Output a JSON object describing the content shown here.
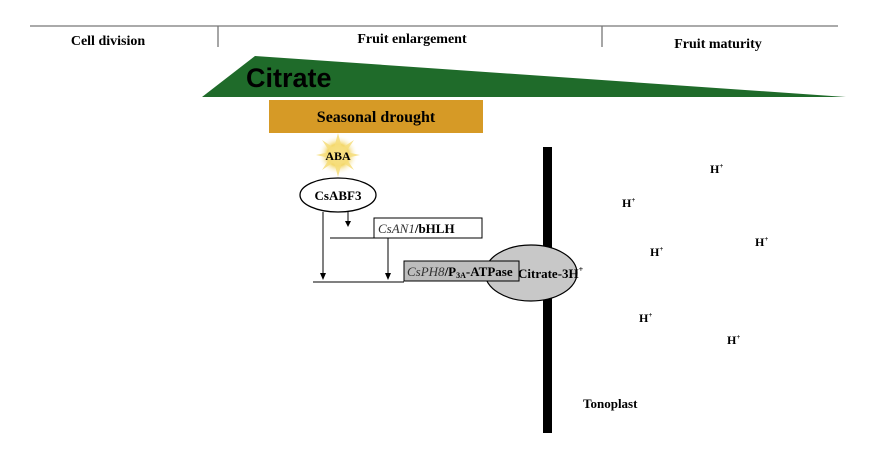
{
  "stages": {
    "cell_division": "Cell division",
    "fruit_enlargement": "Fruit enlargement",
    "fruit_maturity": "Fruit maturity"
  },
  "citrate_wedge": {
    "label": "Citrate",
    "color": "#1f6b2a"
  },
  "drought_bar": {
    "label": "Seasonal drought",
    "color": "#d69a26"
  },
  "aba": {
    "label": "ABA",
    "glow_color": "#f3d76a"
  },
  "csabf3": {
    "label": "CsABF3"
  },
  "csan1": {
    "gene": "CsAN1",
    "protein": "/bHLH"
  },
  "csph8": {
    "gene": "CsPH8",
    "protein_prefix": "/P",
    "protein_sub": "3A",
    "protein_suffix": "-ATPase",
    "box_color": "#bdbdbd"
  },
  "transporter": {
    "label_main": "Citrate-3H",
    "label_sup": "+",
    "ellipse_color": "#c8c8c8"
  },
  "membrane": {
    "label": "Tonoplast"
  },
  "protons": {
    "label_main": "H",
    "label_sup": "+"
  }
}
